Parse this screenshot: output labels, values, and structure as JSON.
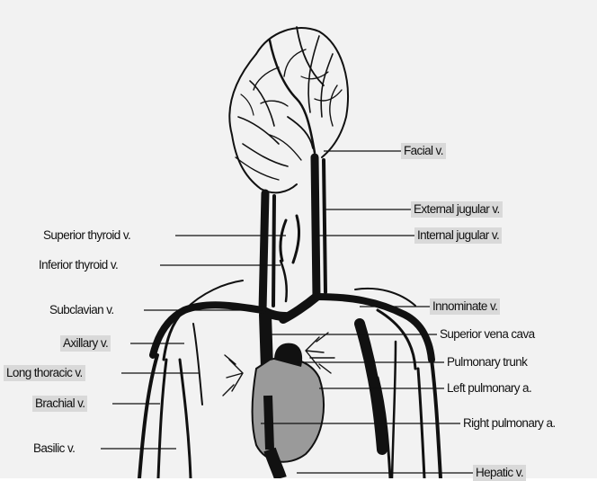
{
  "colors": {
    "background": "#f2f2f2",
    "vessel": "#111111",
    "heart_fill": "#9a9a9a",
    "label_box": "#d9d9d9"
  },
  "labels": {
    "facial": "Facial v.",
    "external_jugular": "External jugular v.",
    "internal_jugular": "Internal jugular v.",
    "superior_thyroid": "Superior thyroid v.",
    "inferior_thyroid": "Inferior thyroid v.",
    "subclavian": "Subclavian v.",
    "innominate": "Innominate v.",
    "superior_vena_cava": "Superior vena cava",
    "axillary": "Axillary v.",
    "pulmonary_trunk": "Pulmonary trunk",
    "long_thoracic": "Long thoracic v.",
    "left_pulmonary": "Left pulmonary a.",
    "brachial": "Brachial v.",
    "right_pulmonary": "Right pulmonary a.",
    "basilic": "Basilic v.",
    "hepatic": "Hepatic v."
  }
}
